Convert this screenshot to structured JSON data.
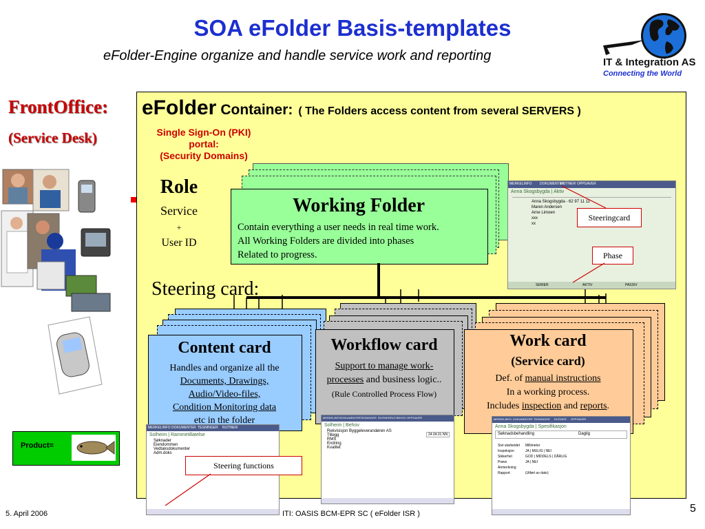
{
  "title": "SOA eFolder Basis-templates",
  "subtitle": "eFolder-Engine organize and handle service work and reporting",
  "logo": {
    "company": "IT & Integration AS",
    "tagline": "Connecting the World",
    "icon": "globe-icon"
  },
  "front_office": {
    "title": "FrontOffice:",
    "subtitle": "(Service Desk)"
  },
  "container": {
    "label_big": "eFolder",
    "label_mid": "Container:",
    "label_small": "( The Folders access content from several SERVERS )"
  },
  "sso": {
    "line1": "Single Sign-On (PKI)",
    "line2": "portal:",
    "line3": "(Security Domains)"
  },
  "role": {
    "title": "Role",
    "line1": "Service",
    "line2": "+",
    "line3": "User ID"
  },
  "working_folder": {
    "title": "Working Folder",
    "line1": "Contain everything a user needs in real time work.",
    "line2": "All Working Folders are divided into phases",
    "line3": "Related to progress."
  },
  "steering_card_label": "Steering card:",
  "content_card": {
    "title": "Content card",
    "line1": "Handles and organize all the",
    "line2": "Documents, Drawings,",
    "line3": "Audio/Video-files,",
    "line4": "Condition Monitoring data",
    "line5": "etc in the folder"
  },
  "workflow_card": {
    "title": "Workflow card",
    "line1": "Support to manage work-",
    "line2a": "processes",
    "line2b": " and business logic..",
    "line3": "(Rule Controlled Process Flow)"
  },
  "work_card": {
    "title": "Work card",
    "subtitle": "(Service card)",
    "line1a": "Def. of ",
    "line1b": "manual instructions",
    "line2": "In a working process.",
    "line3a": "Includes ",
    "line3b": "inspection",
    "line3c": "  and ",
    "line3d": "reports",
    "line3e": "."
  },
  "callouts": {
    "steeringcard": "Steeringcard",
    "phase": "Phase",
    "steering_functions": "Steering functions"
  },
  "screenshots": {
    "top_right": {
      "tabs": [
        "MERKELINFO",
        "DOKUMENTER",
        "RUTINER",
        "OPPGAVER"
      ],
      "header": "Anna Skogsbygda | Aktiv",
      "rows": [
        "Anna Skogsbygda - 62 97 11 11",
        "Maren Andersen",
        "Arne Limoen",
        "xxx",
        "xx"
      ],
      "buttons": [
        "SERIER",
        "AKTIV",
        "PASSIV"
      ]
    },
    "content": {
      "tabs": [
        "MERKELINFO",
        "DOKUMENTER",
        "TEGNINGER",
        "RUTINER"
      ],
      "header": "Solheim | Rammetillatelse",
      "items": [
        "Søknader",
        "Eiendommen",
        "Vedtaksdokumenter",
        "Adm.doks"
      ]
    },
    "workflow": {
      "tabs": [
        "MERKELINFO",
        "DOKUMENTER",
        "TEGNINGER",
        "RUTINER",
        "RUT.BEHOV",
        "OPPGAVER"
      ],
      "header": "Solheim | Behov",
      "items": [
        "Rekvisisjon Byggeleverandøren AS",
        "Tillegg",
        "RMS",
        "Endring",
        "Kvalitet"
      ],
      "date": "24.04.01 NN"
    },
    "work": {
      "tabs": [
        "MERKELINFO",
        "DOKUMENTER",
        "TEGNINGER",
        "RUTINER",
        "OPPGAVER"
      ],
      "header": "Anna Skogsbygda | Spesifikasjon",
      "row1a": "Søknadsbehandling",
      "row1b": "Daglig",
      "fields": [
        {
          "label": "Sist utarbeidet",
          "value": "Millimeter"
        },
        {
          "label": "Inspeksjon",
          "value": "JA | MULIG | NEI"
        },
        {
          "label": "Sikkerhet",
          "value": "GOD | MIDDELS | DÅRLIG"
        },
        {
          "label": "Prøve",
          "value": "JA | NEI"
        },
        {
          "label": "Anmerkning",
          "value": ""
        },
        {
          "label": "Rapport",
          "value": "(Utført av dato)"
        }
      ]
    }
  },
  "product": {
    "label": "Product=",
    "icon": "fish-icon"
  },
  "footer": {
    "date": "5. April 2006",
    "center": "ITI: OASIS BCM-EPR SC ( eFolder ISR )",
    "page": "5"
  },
  "colors": {
    "title_blue": "#1c2fd0",
    "red": "#cc0000",
    "container_yellow": "#ffff99",
    "folder_green": "#99ff99",
    "content_blue": "#99ccff",
    "workflow_grey": "#c0c0c0",
    "work_orange": "#ffcc99",
    "product_green": "#00cc00"
  }
}
